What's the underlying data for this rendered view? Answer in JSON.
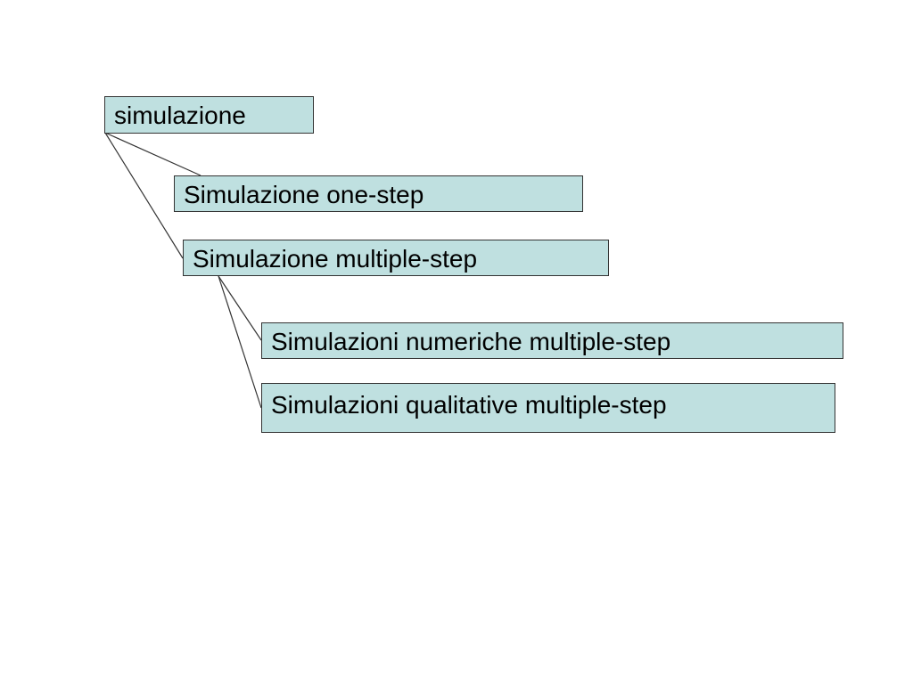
{
  "colors": {
    "node_fill": "#bfe0e0",
    "node_border": "#333333",
    "connector": "#333333",
    "background": "#ffffff"
  },
  "diagram": {
    "root": {
      "label": "simulazione"
    },
    "one_step": {
      "label": "Simulazione one-step"
    },
    "multiple_step": {
      "label": "Simulazione multiple-step"
    },
    "numeric_multiple_step": {
      "label": "Simulazioni numeriche multiple-step"
    },
    "qualitative_multiple_step": {
      "label": "Simulazioni qualitative multiple-step"
    }
  }
}
